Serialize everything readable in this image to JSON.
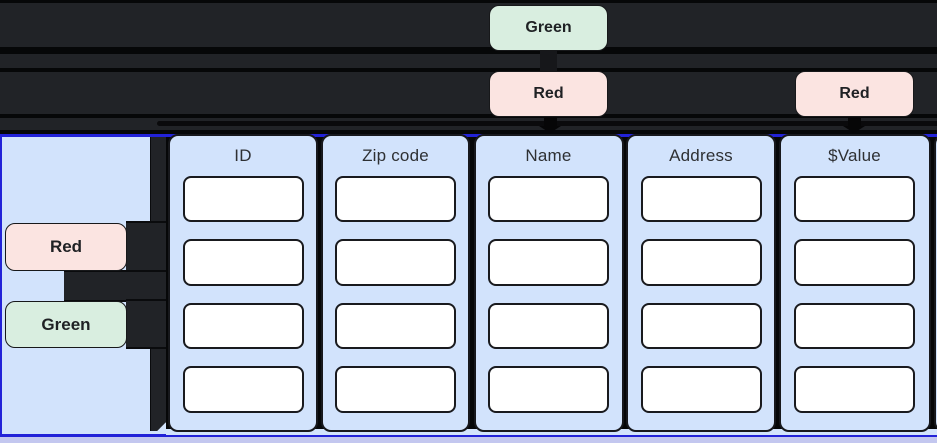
{
  "diagram": {
    "top_badges": [
      {
        "id": "green-top",
        "label": "Green",
        "color": "green"
      },
      {
        "id": "red-middle",
        "label": "Red",
        "color": "red"
      },
      {
        "id": "red-right",
        "label": "Red",
        "color": "red"
      }
    ],
    "left_panel_badges": [
      {
        "id": "red-left",
        "label": "Red",
        "color": "red"
      },
      {
        "id": "green-left",
        "label": "Green",
        "color": "green"
      }
    ],
    "columns": [
      {
        "label": "ID",
        "cells": [
          "",
          "",
          "",
          ""
        ]
      },
      {
        "label": "Zip code",
        "cells": [
          "",
          "",
          "",
          ""
        ]
      },
      {
        "label": "Name",
        "cells": [
          "",
          "",
          "",
          ""
        ]
      },
      {
        "label": "Address",
        "cells": [
          "",
          "",
          "",
          ""
        ]
      },
      {
        "label": "$Value",
        "cells": [
          "",
          "",
          "",
          ""
        ]
      }
    ],
    "colors": {
      "badge_green_bg": "#d9eee0",
      "badge_red_bg": "#fbe4e1",
      "panel_blue_bg": "#d2e3fc",
      "panel_border_blue": "#2222d8",
      "dark_band": "#212327",
      "canvas_black": "#060708",
      "bottom_strip": "#c3c7ef",
      "cell_white": "#ffffff"
    }
  }
}
